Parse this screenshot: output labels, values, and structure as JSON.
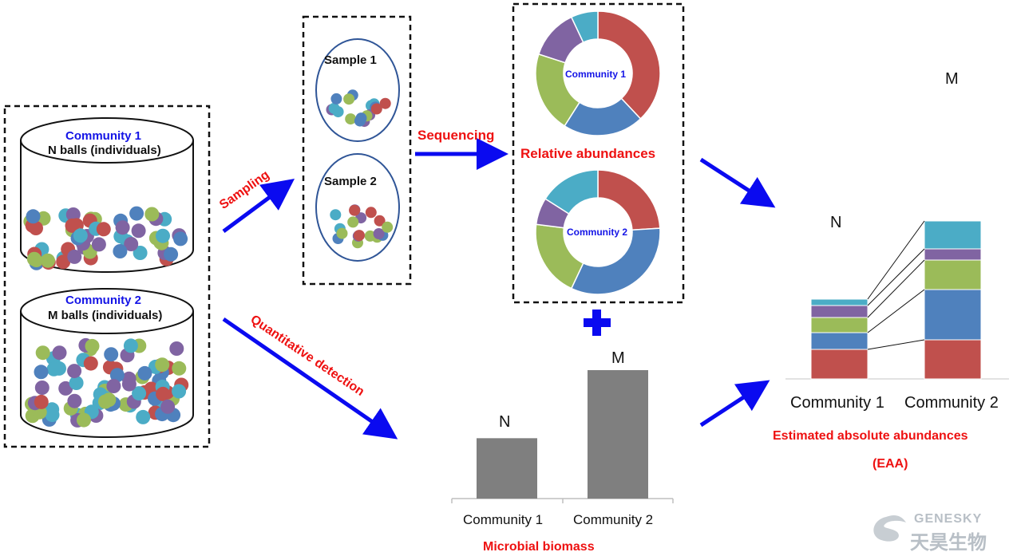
{
  "colors": {
    "red": "#c0504d",
    "blue": "#4f81bd",
    "green": "#9bbb59",
    "purple": "#8064a2",
    "cyan": "#4bacc6",
    "gray_bar": "#7f7f7f",
    "arrow": "#0a0af0",
    "text_red": "#ee1111",
    "text_blue": "#1414e6"
  },
  "communities": {
    "c1_title": "Community 1",
    "c1_sub": "N balls (individuals)",
    "c2_title": "Community 2",
    "c2_sub": "M balls (individuals)"
  },
  "samples": {
    "s1": "Sample 1",
    "s2": "Sample 2"
  },
  "steps": {
    "sampling": "Sampling",
    "sequencing": "Sequencing",
    "quantitative": "Quantitative detection"
  },
  "relative": {
    "title": "Relative  abundances",
    "donut1_label": "Community 1",
    "donut2_label": "Community 2"
  },
  "plus": "+",
  "biomass": {
    "title": "Microbial biomass",
    "categories": [
      "Community 1",
      "Community 2"
    ],
    "bar_labels": [
      "N",
      "M"
    ]
  },
  "eaa": {
    "title_line1": "Estimated absolute  abundances",
    "title_line2": "(EAA)",
    "categories": [
      "Community 1",
      "Community 2"
    ],
    "bar_labels": [
      "N",
      "M"
    ]
  },
  "logo": {
    "en": "GENESKY",
    "cn": "天昊生物"
  },
  "chart_data": [
    {
      "type": "pie",
      "variant": "donut",
      "title": "",
      "center_label": "Community 1",
      "slices": [
        {
          "color": "red",
          "value": 38
        },
        {
          "color": "blue",
          "value": 21
        },
        {
          "color": "green",
          "value": 21
        },
        {
          "color": "purple",
          "value": 13
        },
        {
          "color": "cyan",
          "value": 7
        }
      ]
    },
    {
      "type": "pie",
      "variant": "donut",
      "title": "",
      "center_label": "Community 2",
      "slices": [
        {
          "color": "red",
          "value": 24
        },
        {
          "color": "blue",
          "value": 33
        },
        {
          "color": "green",
          "value": 20
        },
        {
          "color": "purple",
          "value": 7
        },
        {
          "color": "cyan",
          "value": 16
        }
      ]
    },
    {
      "type": "bar",
      "title": "Microbial biomass",
      "categories": [
        "Community 1",
        "Community 2"
      ],
      "values": [
        0.47,
        1.0
      ],
      "value_labels": [
        "N",
        "M"
      ]
    },
    {
      "type": "bar",
      "stacked": true,
      "title": "Estimated absolute  abundances",
      "categories": [
        "Community 1",
        "Community 2"
      ],
      "value_labels": [
        "N",
        "M"
      ],
      "series": [
        {
          "color": "red",
          "values": [
            0.37,
            0.49
          ]
        },
        {
          "color": "blue",
          "values": [
            0.21,
            0.63
          ]
        },
        {
          "color": "green",
          "values": [
            0.19,
            0.37
          ]
        },
        {
          "color": "purple",
          "values": [
            0.15,
            0.14
          ]
        },
        {
          "color": "cyan",
          "values": [
            0.08,
            0.35
          ]
        }
      ]
    }
  ]
}
